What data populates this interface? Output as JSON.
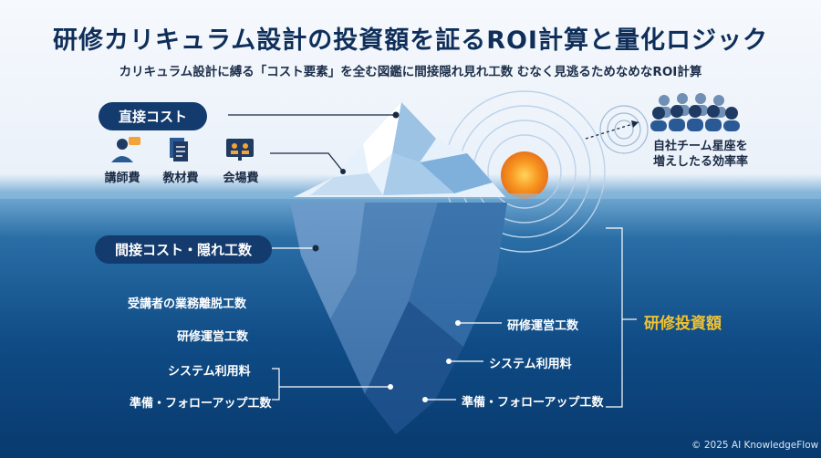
{
  "title": "研修カリキュラム設計の投資額を証るROI計算と量化ロジック",
  "subtitle": "カリキュラム設計に縛る「コスト要素」を全む図鑑に間接隠れ見れ工数 むなく見逃るためなめなROI計算",
  "direct": {
    "heading": "直接コスト",
    "items": [
      {
        "label": "講師費",
        "icon": "instructor-icon"
      },
      {
        "label": "教材費",
        "icon": "documents-icon"
      },
      {
        "label": "会場費",
        "icon": "venue-screen-icon"
      }
    ]
  },
  "indirect": {
    "heading": "間接コスト・隠れ工数",
    "left_items": [
      "受講者の業務離脱工数",
      "研修運営工数",
      "システム利用料",
      "準備・フォローアップ工数"
    ],
    "right_items": [
      "研修運営工数",
      "システム利用料",
      "準備・フォローアップ工数"
    ]
  },
  "investment_label": "研修投資額",
  "team": {
    "icon": "team-people-icon",
    "label_line1": "自社チーム星座を",
    "label_line2": "増えしたる効率率"
  },
  "copyright": "© 2025 AI KnowledgeFlow",
  "colors": {
    "navy": "#143b6e",
    "gold": "#f2c230",
    "sun": "#f28a1c"
  }
}
